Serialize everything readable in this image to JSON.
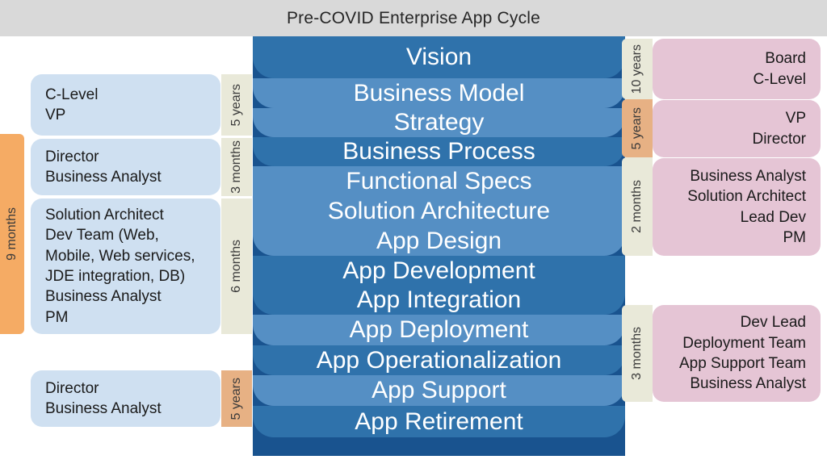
{
  "header": {
    "title": "Pre-COVID Enterprise App Cycle"
  },
  "colors": {
    "header_bg": "#d9d9d9",
    "process_base": "#19538f",
    "stage_dark": "#2f72ab",
    "stage_light": "#558fc4",
    "left_card": "#cfe0f1",
    "right_card": "#e5c5d5",
    "marker_cream": "#e9e9d9",
    "marker_tan": "#e7b184",
    "marker_orange": "#f5ab64",
    "stage_text": "#ffffff",
    "card_text": "#1a1a1a"
  },
  "chart_data": {
    "type": "diagram",
    "title": "Pre-COVID Enterprise App Cycle",
    "description": "Enterprise application lifecycle stages with associated roles and durations on the left (current state) and right (target state)",
    "stages": [
      "Vision",
      "Business Model",
      "Strategy",
      "Business Process",
      "Functional Specs",
      "Solution Architecture",
      "App Design",
      "App Development",
      "App Integration",
      "App Deployment",
      "App Operationalization",
      "App Support",
      "App Retirement"
    ],
    "left_durations": [
      "5 years",
      "3 months",
      "6 months",
      "9 months",
      "5 years"
    ],
    "right_durations": [
      "10 years",
      "5 years",
      "2 months",
      "3 months"
    ]
  },
  "process": {
    "stages": [
      {
        "label": "Vision",
        "shade": "dark"
      },
      {
        "label": "Business Model",
        "shade": "light"
      },
      {
        "label": "Strategy",
        "shade": "light"
      },
      {
        "label": "Business Process",
        "shade": "dark"
      },
      {
        "label": "Functional Specs",
        "shade": "light"
      },
      {
        "label": "Solution Architecture",
        "shade": "light"
      },
      {
        "label": "App Design",
        "shade": "light"
      },
      {
        "label": "App Development",
        "shade": "dark"
      },
      {
        "label": "App Integration",
        "shade": "dark"
      },
      {
        "label": "App Deployment",
        "shade": "light"
      },
      {
        "label": "App Operationalization",
        "shade": "dark"
      },
      {
        "label": "App Support",
        "shade": "light"
      },
      {
        "label": "App Retirement",
        "shade": "dark"
      }
    ]
  },
  "left_panel": {
    "cards": [
      {
        "lines": [
          "C-Level",
          "VP"
        ]
      },
      {
        "lines": [
          "Director",
          "Business Analyst"
        ]
      },
      {
        "lines": [
          "Solution Architect",
          "Dev Team (Web,",
          "Mobile, Web services,",
          "JDE integration, DB)",
          "Business Analyst",
          "PM"
        ]
      },
      {
        "lines": [
          "Director",
          "Business Analyst"
        ]
      }
    ],
    "markers": [
      {
        "label": "5 years",
        "style": "cream"
      },
      {
        "label": "3 months",
        "style": "cream"
      },
      {
        "label": "6 months",
        "style": "cream"
      },
      {
        "label": "5 years",
        "style": "tan"
      }
    ],
    "outer_marker": {
      "label": "9 months",
      "style": "orange"
    }
  },
  "right_panel": {
    "cards": [
      {
        "lines": [
          "Board",
          "C-Level"
        ]
      },
      {
        "lines": [
          "VP",
          "Director"
        ]
      },
      {
        "lines": [
          "Business Analyst",
          "Solution Architect",
          "Lead Dev",
          "PM"
        ]
      },
      {
        "lines": [
          "Dev Lead",
          "Deployment Team",
          "App Support Team",
          "Business Analyst"
        ]
      }
    ],
    "markers": [
      {
        "label": "10 years",
        "style": "cream"
      },
      {
        "label": "5 years",
        "style": "tan"
      },
      {
        "label": "2 months",
        "style": "cream"
      },
      {
        "label": "3 months",
        "style": "cream"
      }
    ]
  }
}
